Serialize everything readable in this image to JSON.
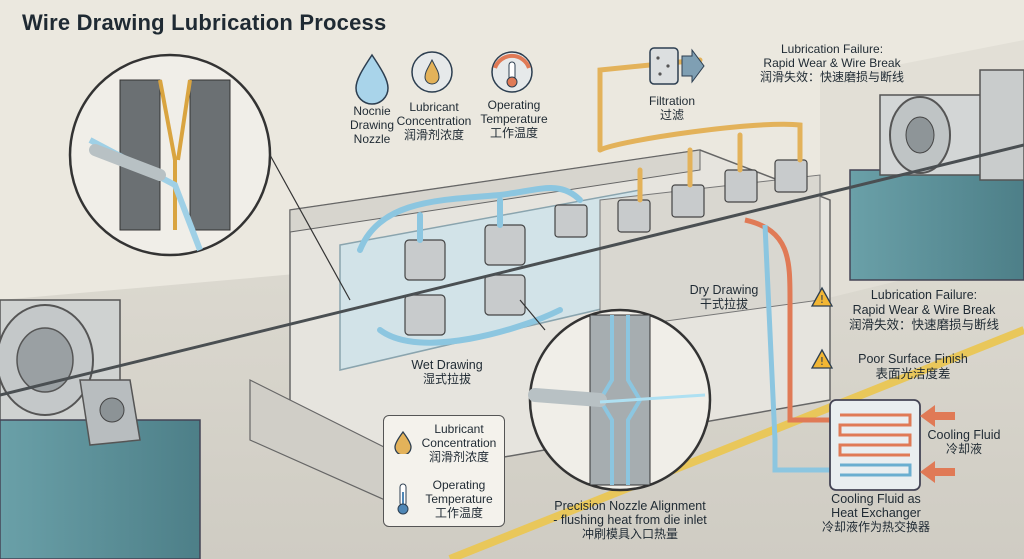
{
  "title": "Wire Drawing Lubrication Process",
  "top_icons": {
    "nozzle": [
      "Nocnie",
      "Drawing",
      "Nozzle"
    ],
    "concentration": [
      "Lubricant",
      "Concentration",
      "润滑剂浓度"
    ],
    "temperature": [
      "Operating",
      "Temperature",
      "工作温度"
    ],
    "filtration": [
      "Filtration",
      "过滤"
    ]
  },
  "failure_top": [
    "Lubrication Failure:",
    "Rapid Wear & Wire Break",
    "润滑失效：快速磨损与断线"
  ],
  "dry_drawing": [
    "Dry Drawing",
    "干式拉拔"
  ],
  "wet_drawing": [
    "Wet Drawing",
    "湿式拉拔"
  ],
  "warnings": {
    "failure": [
      "Lubrication Failure:",
      "Rapid Wear & Wire Break",
      "润滑失效：快速磨损与断线"
    ],
    "surface": [
      "Poor Surface Finish",
      "表面光洁度差"
    ]
  },
  "cooling_fluid": [
    "Cooling Fluid",
    "冷却液"
  ],
  "heat_exchanger": [
    "Cooling Fluid as",
    "Heat Exchanger",
    "冷却液作为热交换器"
  ],
  "legend": {
    "concentration": [
      "Lubricant",
      "Concentration",
      "润滑剂浓度"
    ],
    "temperature": [
      "Operating",
      "Temperature",
      "工作温度"
    ]
  },
  "nozzle_alignment": [
    "Precision Nozzle Alignment",
    "- flushing heat from die inlet",
    "冲刷模具入口热量"
  ],
  "colors": {
    "coolant": "#8cc6e0",
    "lube": "#e3b25a",
    "hot": "#e07a56",
    "warn": "#f2b634"
  }
}
